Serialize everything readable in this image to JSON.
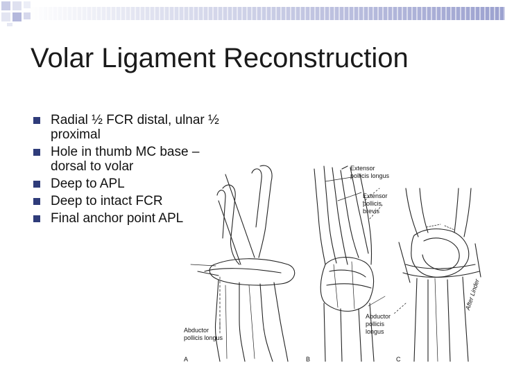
{
  "slide": {
    "title": "Volar Ligament Reconstruction",
    "bullets": [
      "Radial ½ FCR distal, ulnar ½ proximal",
      "Hole in thumb MC base – dorsal to volar",
      "Deep to APL",
      "Deep to intact FCR",
      "Final anchor point APL"
    ]
  },
  "figure": {
    "labels": {
      "epl": "Extensor\npollicis longus",
      "epb": "Extensor\npollicis\nbrevis",
      "apl_a": "Abductor\npollicis longus",
      "apl_c": "Abductor\npollicis\nlongus",
      "signature": "After Linder"
    },
    "panels": [
      "A",
      "B",
      "C"
    ]
  },
  "colors": {
    "bullet": "#2f3c7a",
    "banner": "#9298cd",
    "line_art": "#222222"
  }
}
